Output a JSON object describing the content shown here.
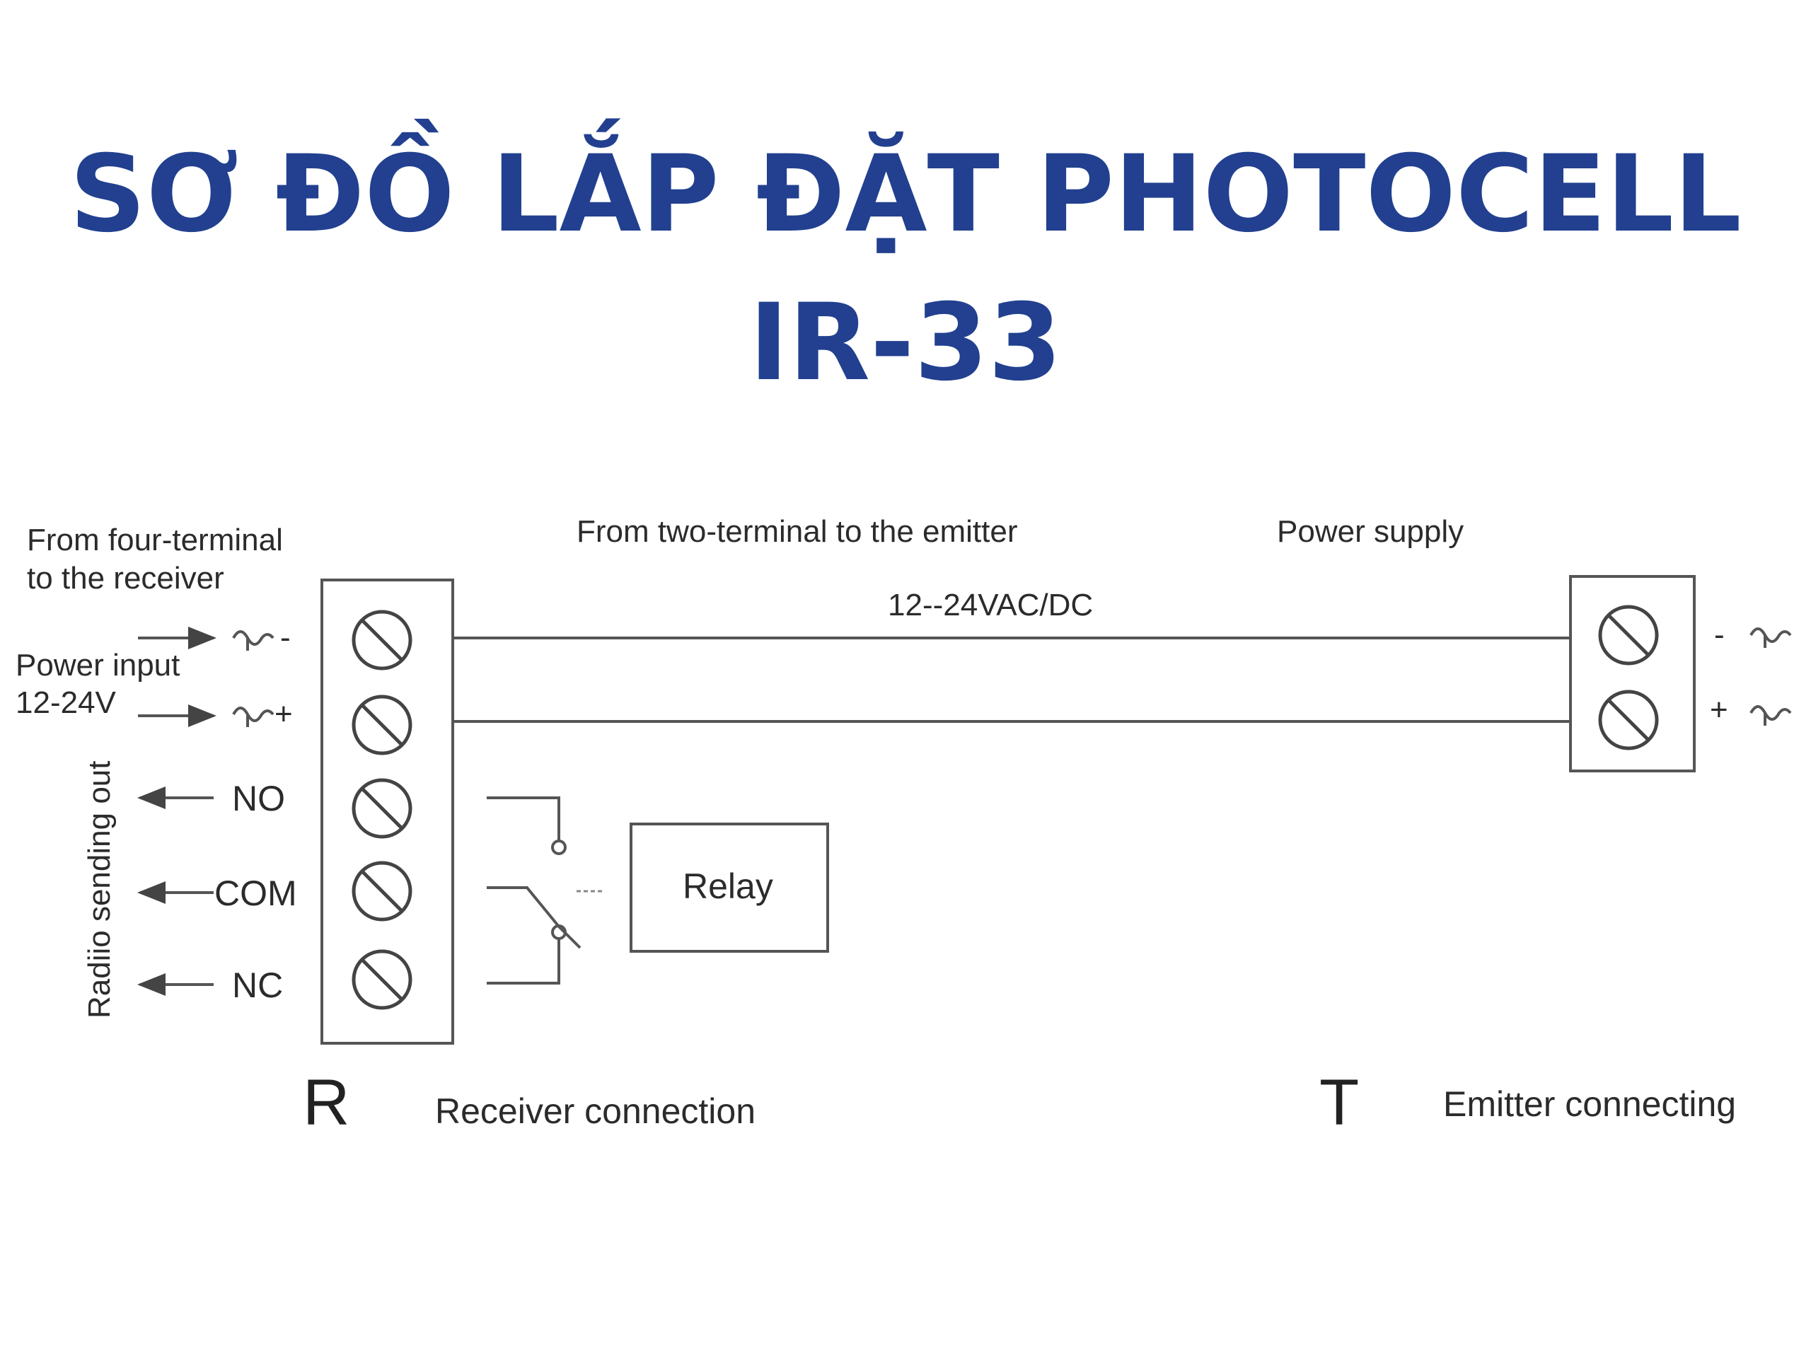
{
  "title": {
    "line1": "SƠ ĐỒ LẮP ĐẶT PHOTOCELL",
    "line2": "IR-33"
  },
  "colors": {
    "title": "#22408f",
    "diagram": "#444444"
  },
  "diagram": {
    "from_four_terminal_line1": "From four-terminal",
    "from_four_terminal_line2": "to the receiver",
    "from_two_terminal": "From two-terminal to the emitter",
    "power_supply": "Power  supply",
    "voltage": "12--24VAC/DC",
    "power_input_line1": "Power input",
    "power_input_line2": "12-24V",
    "ac_minus": "-",
    "ac_plus": "+",
    "no": "NO",
    "com": "COM",
    "nc": "NC",
    "radio_sending_out": "Radiio sending out",
    "relay": "Relay",
    "receiver_letter": "R",
    "receiver_connection": "Receiver connection",
    "emitter_letter": "T",
    "emitter_connecting": "Emitter connecting",
    "emitter_minus": "-",
    "emitter_plus": "+"
  }
}
